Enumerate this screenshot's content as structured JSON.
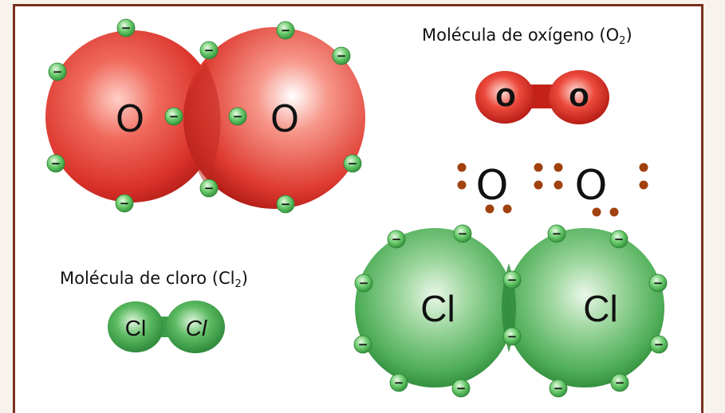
{
  "oxygen": {
    "caption_text": "Molécula de oxígeno (O",
    "caption_sub": "2",
    "caption_close": ")",
    "atom_symbol": "O",
    "small_model_symbols": [
      "O",
      "O"
    ],
    "lewis_symbols": [
      "O",
      "O"
    ],
    "electron_symbol": "−"
  },
  "chlorine": {
    "caption_text": "Molécula de cloro (Cl",
    "caption_sub": "2",
    "caption_close": ")",
    "atom_symbol": "Cl",
    "small_model_symbols": [
      "Cl",
      "Cl"
    ]
  },
  "colors": {
    "frame": "#7a2f1d",
    "oxygen_red": "#d9312a",
    "chlorine_green": "#3c9e4a",
    "electron_green": "#4fb85a",
    "lone_pair_dot": "#a0410e"
  }
}
